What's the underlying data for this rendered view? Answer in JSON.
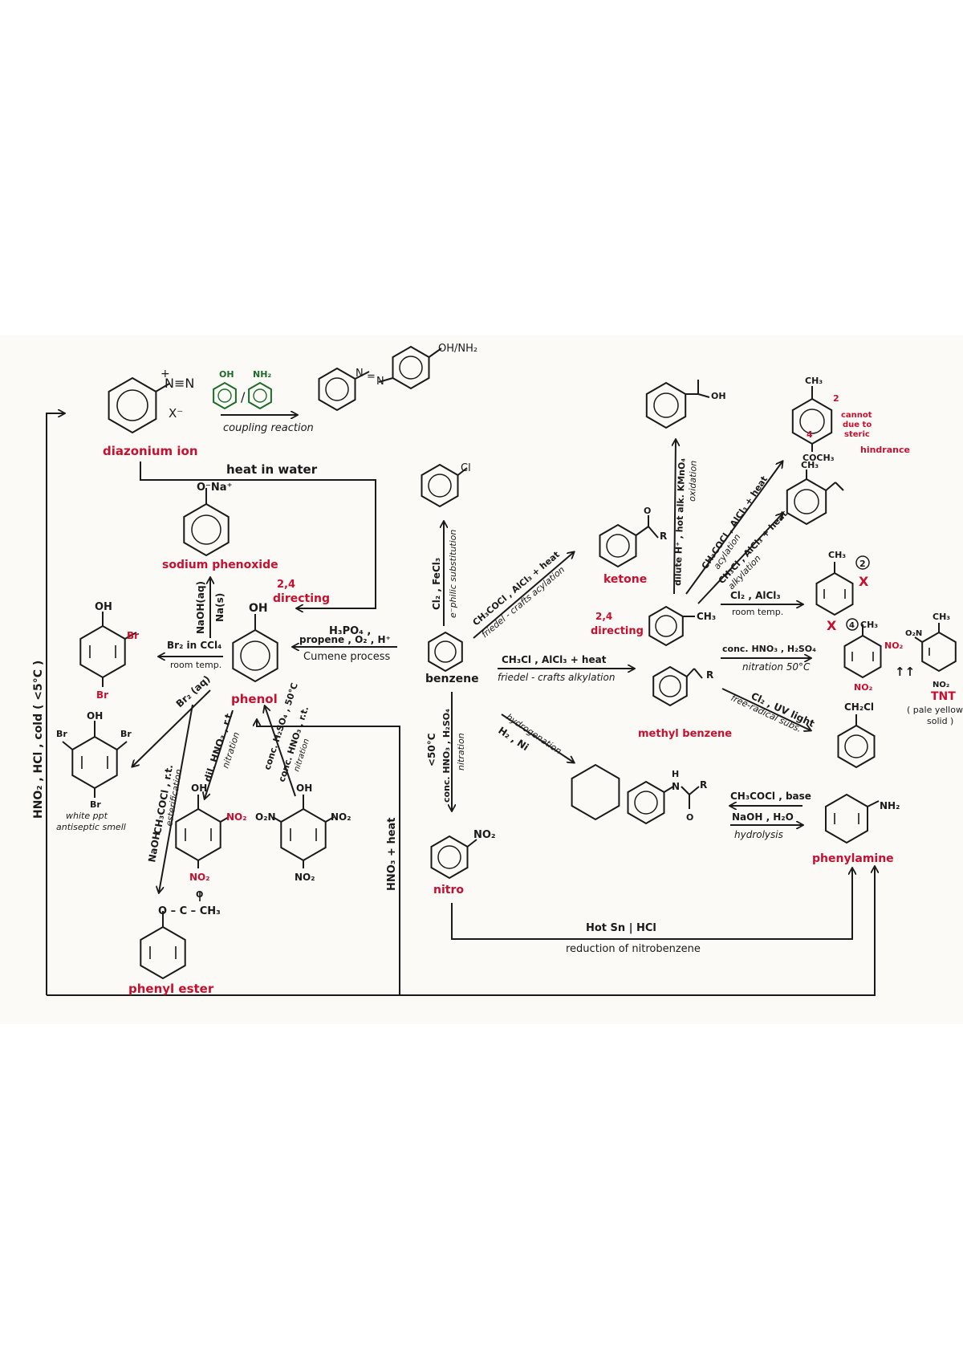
{
  "colors": {
    "ink": "#1a1a1a",
    "red": "#c8102e",
    "green": "#1f6b2a"
  },
  "labels": {
    "diazonium": "diazonium ion",
    "cation": "+",
    "n_triple_n": "N≡N",
    "x_minus": "X⁻",
    "oh": "OH",
    "nh2": "NH₂",
    "slash": "/",
    "coupling": "coupling reaction",
    "azo_n": "N",
    "azo_eq": "=",
    "oh_nh2": "OH/NH₂",
    "heat_water": "heat in water",
    "o_na": "O⁻Na⁺",
    "sodium_phenoxide": "sodium phenoxide",
    "naoh_aq": "NaOH(aq)",
    "na_s": "Na(s)",
    "dir_24_left": "2,4",
    "directing_left": "directing",
    "h3po4": "H₃PO₄ ,",
    "propene": "propene , O₂ , H⁺",
    "cumene": "Cumene process",
    "phenol": "phenol",
    "phenol_oh": "OH",
    "br2_ccl4": "Br₂ in CCl₄",
    "room_temp": "room temp.",
    "br": "Br",
    "white_ppt": "white ppt",
    "antiseptic": "antiseptic smell",
    "br2_aq": "Br₂ (aq)",
    "naoh": "NaOH",
    "ch3cocl": "CH₃COCl , r.t.",
    "esterification": "esterification",
    "dil_hno3": "dil. HNO₃ , r.t.",
    "nitration": "nitration",
    "conc_h2so4": "conc. H₂SO₄ , 50°C",
    "conc_hno3": "conc. HNO₃ , r.t.",
    "no2": "NO₂",
    "o2n": "O₂N",
    "ester_sub": "O – C – CH₃",
    "ester_o": "O",
    "phenyl_ester": "phenyl ester",
    "left_vertical": "HNO₂ , HCl , cold ( <5°C )",
    "hno3_heat": "HNO₃ + heat",
    "cl": "Cl",
    "cl2_fecl3": "Cl₂ , FeCl₃",
    "elec_sub": "e⁻philic substitution",
    "benzene": "benzene",
    "lt50": "<50°C",
    "conc_hno3_h2so4": "conc. HNO₃ , H₂SO₄",
    "nitration2": "nitration",
    "nitro": "nitro",
    "ch3cocl_alcl3": "CH₃COCl , AlCl₃ + heat",
    "fc_acylation": "friedel - crafts acylation",
    "ketone": "ketone",
    "r": "R",
    "o_letter": "O",
    "dir_24_mid": "2,4",
    "directing_mid": "directing",
    "ch3cl_alcl3": "CH₃Cl , AlCl₃ + heat",
    "fc_alkylation": "friedel - crafts alkylation",
    "hydrogenation": "hydrogenation",
    "h2_ni": "H₂ , Ni",
    "ch3": "CH₃",
    "methyl_benzene": "methyl benzene",
    "dilute_h": "dilute H⁺ , hot alk. KMnO₄",
    "oxidation": "oxidation",
    "ch3cocl_alcl3_b": "CH₃COCl , AlCl₃ + heat",
    "acylation": "acylation",
    "ch3cl_alcl3_b": "CH₃Cl , AlCl₃ + heat",
    "alkylation": "alkylation",
    "cooh_oh": "OH",
    "ch3_top": "CH₃",
    "num2": "2",
    "num4": "4",
    "cannot": "cannot",
    "due_to": "due to",
    "steric": "steric",
    "hindrance": "hindrance",
    "coch3": "COCH₃",
    "ch3_b": "CH₃",
    "cl2_alcl3": "Cl₂ , AlCl₃",
    "room_temp2": "room temp.",
    "circ2": "2",
    "circ4": "4",
    "x_mark": "X",
    "conc_hno3_b": "conc. HNO₃ , H₂SO₄",
    "nitration_c": "nitration 50°C",
    "cl2_uv": "Cl₂ , UV light",
    "free_radical": "free-radical subs.",
    "ch2cl": "CH₂Cl",
    "tnt": "TNT",
    "pale_yellow": "( pale yellow",
    "solid": "solid )",
    "arrows_tt": "↑↑",
    "h_letter": "H",
    "n_letter": "N",
    "ch3cocl_base": "CH₃COCl , base",
    "naoh_h2o": "NaOH , H₂O",
    "hydrolysis": "hydrolysis",
    "phenylamine": "phenylamine",
    "hot_sn": "Hot Sn | HCl",
    "reduction": "reduction of nitrobenzene"
  }
}
